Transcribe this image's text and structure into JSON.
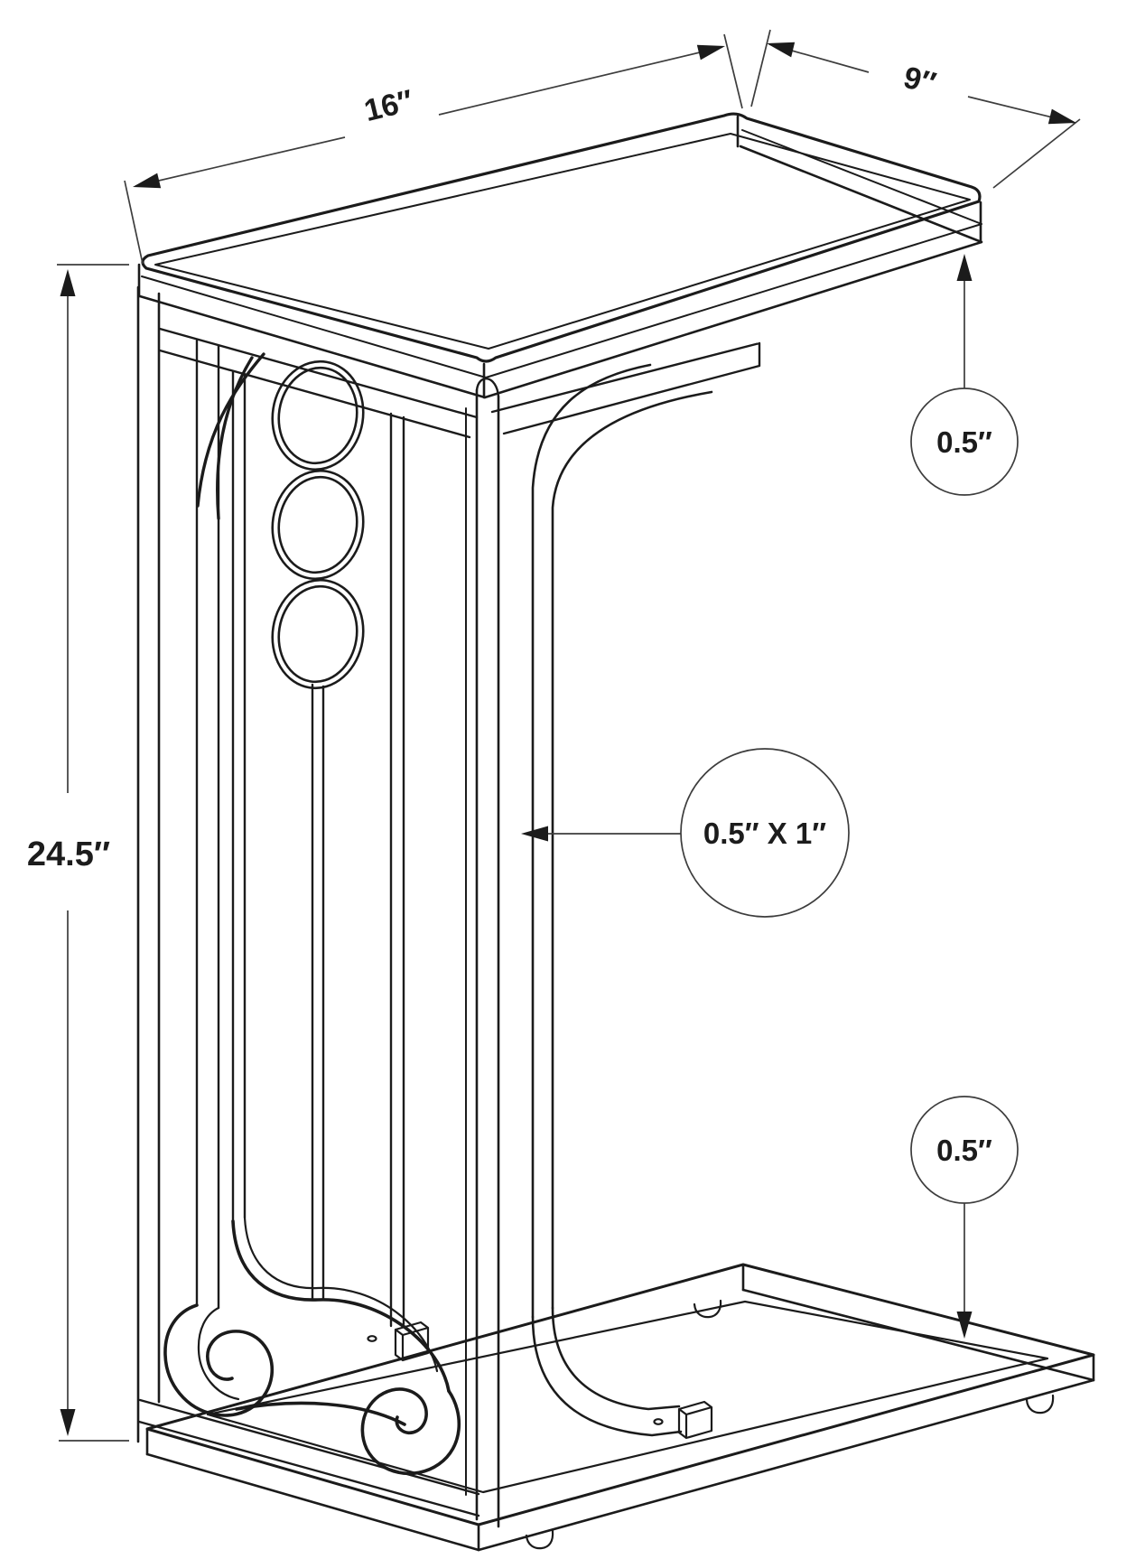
{
  "diagram": {
    "type": "furniture-dimension-drawing",
    "subject": "C-shaped accent table with scrolled metal side panel",
    "units": "inches"
  },
  "colors": {
    "background": "#ffffff",
    "drawing_line": "#1b1b1b",
    "dimension_line": "#3d3d3d"
  },
  "dimensions": {
    "top_length": {
      "label": "16″"
    },
    "top_depth": {
      "label": "9″"
    },
    "overall_height": {
      "label": "24.5″"
    },
    "top_thickness": {
      "label": "0.5″"
    },
    "frame_tube_size": {
      "label": "0.5″ X 1″"
    },
    "shelf_thickness": {
      "label": "0.5″"
    }
  }
}
